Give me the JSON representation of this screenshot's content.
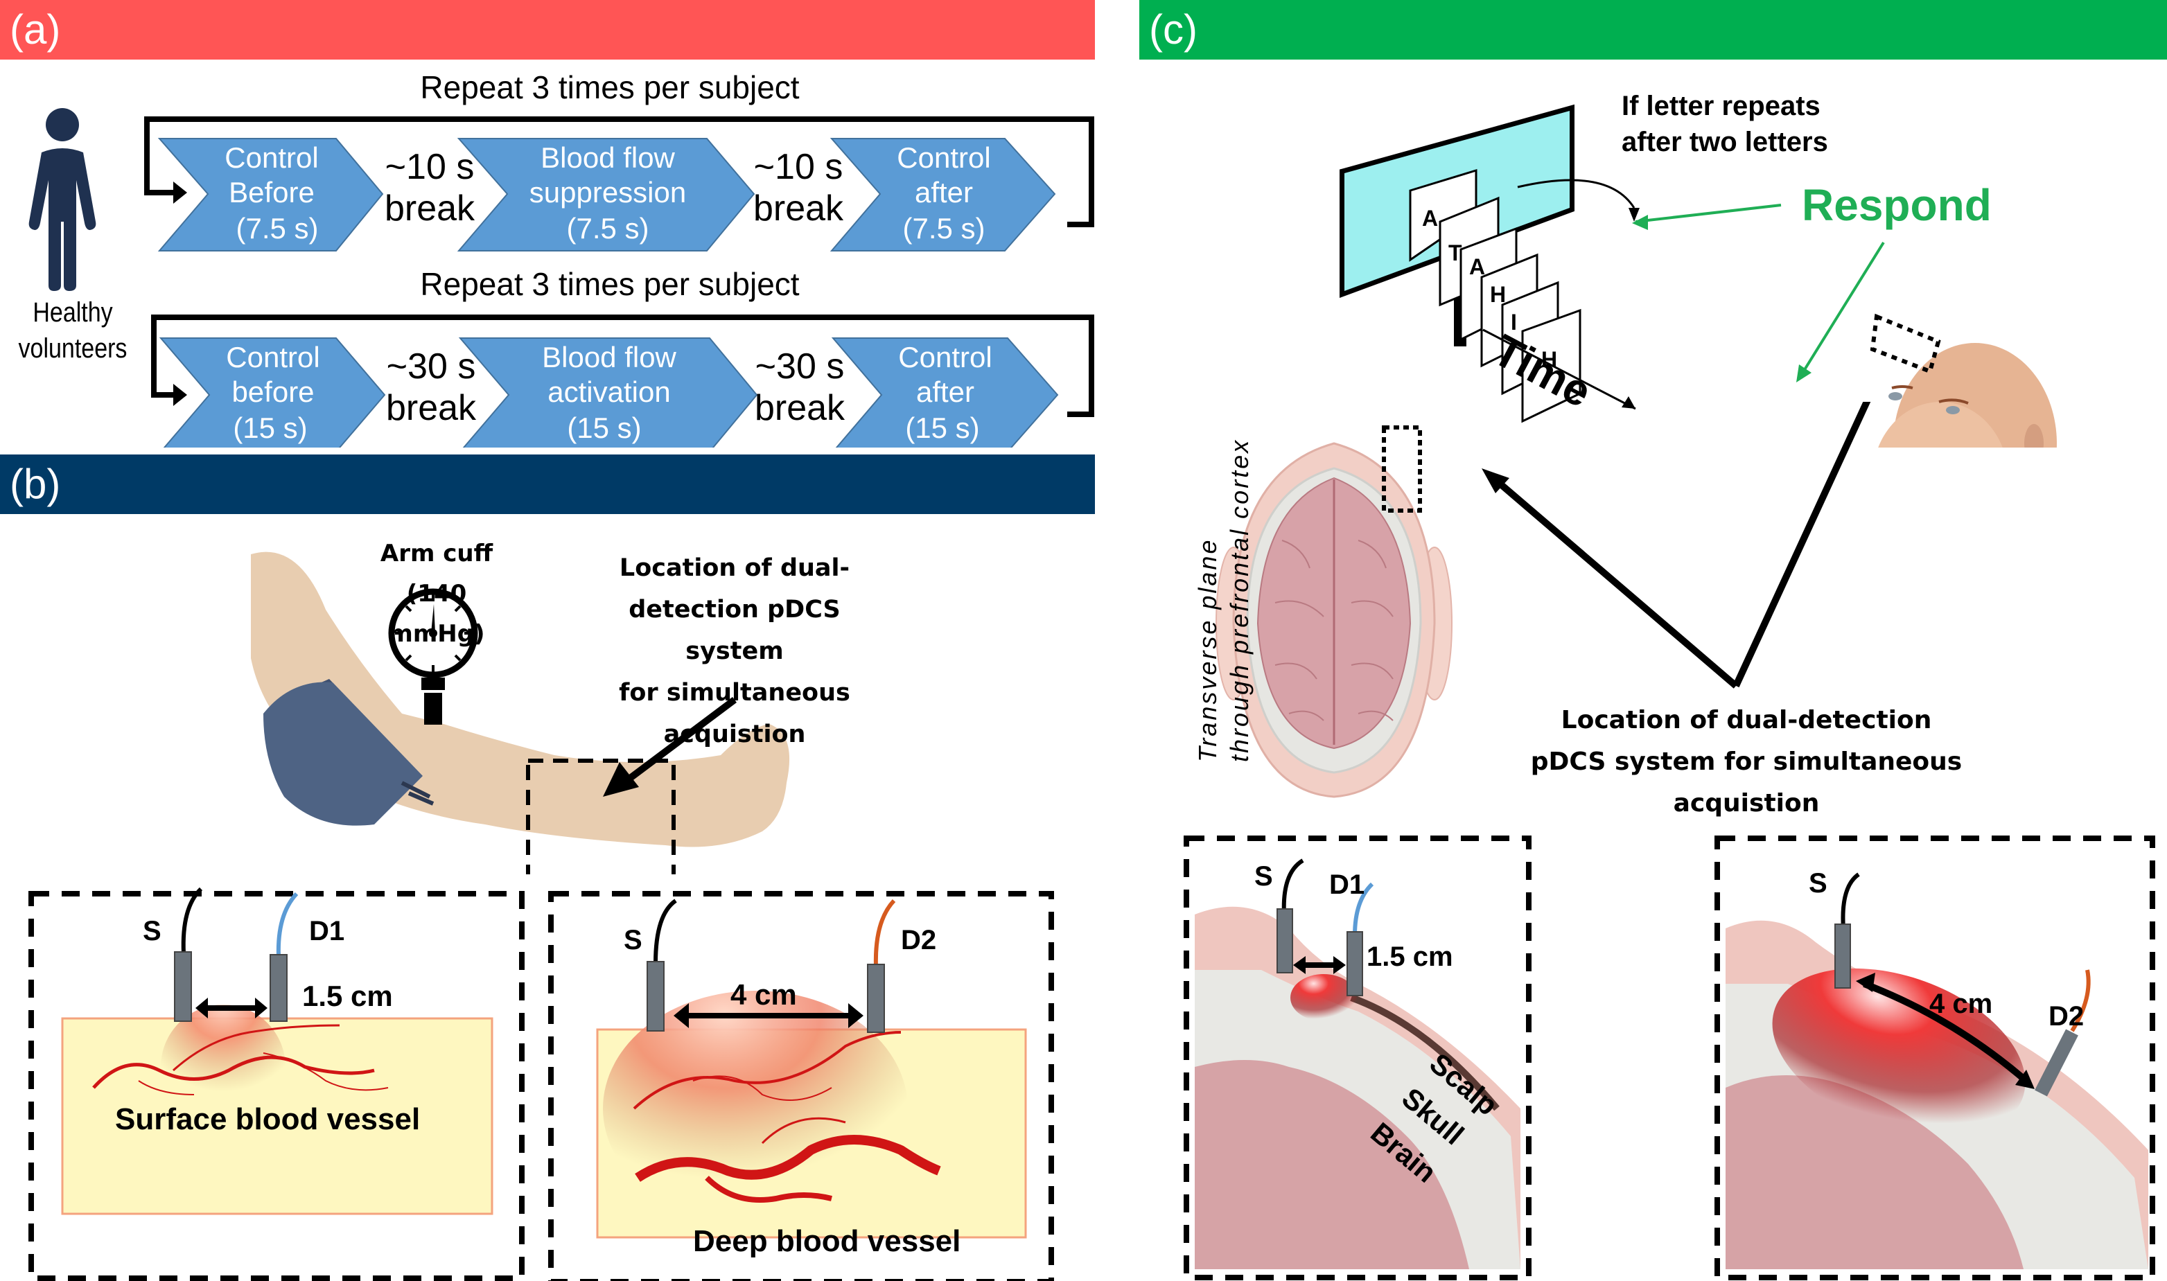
{
  "panels": {
    "a": {
      "label": "(a)",
      "color": "#FF5555",
      "subject_label_line1": "Healthy",
      "subject_label_line2": "volunteers",
      "protocols": [
        {
          "repeat_label": "Repeat 3 times per subject",
          "steps": [
            {
              "lines": [
                "Control",
                "Before",
                "(7.5 s)"
              ]
            },
            {
              "lines": [
                "Blood flow",
                "suppression",
                "(7.5 s)"
              ]
            },
            {
              "lines": [
                "Control",
                "after",
                "(7.5 s)"
              ]
            }
          ],
          "breaks": [
            {
              "lines": [
                "~10 s",
                "break"
              ]
            },
            {
              "lines": [
                "~10 s",
                "break"
              ]
            }
          ]
        },
        {
          "repeat_label": "Repeat 3 times per subject",
          "steps": [
            {
              "lines": [
                "Control",
                "before",
                "(15 s)"
              ]
            },
            {
              "lines": [
                "Blood flow",
                "activation",
                "(15 s)"
              ]
            },
            {
              "lines": [
                "Control",
                "after",
                "(15 s)"
              ]
            }
          ],
          "breaks": [
            {
              "lines": [
                "~30 s",
                "break"
              ]
            },
            {
              "lines": [
                "~30 s",
                "break"
              ]
            }
          ]
        }
      ],
      "chevron_color": "#5B9BD5"
    },
    "b": {
      "label": "(b)",
      "color": "#003A66",
      "cuff_label_line1": "Arm cuff",
      "cuff_label_line2": "(140 mmHg)",
      "location_lines": [
        "Location of dual-",
        "detection pDCS system",
        "for simultaneous",
        "acquistion"
      ],
      "insets": [
        {
          "source": "S",
          "detector": "D1",
          "distance": "1.5 cm",
          "caption": "Surface blood vessel",
          "detector_color": "#5B9BD5"
        },
        {
          "source": "S",
          "detector": "D2",
          "distance": "4 cm",
          "caption": "Deep blood vessel",
          "detector_color": "#D65A1E"
        }
      ]
    },
    "c": {
      "label": "(c)",
      "color": "#00AF50",
      "task_note_line1": "If letter repeats",
      "task_note_line2": "after two letters",
      "respond_label": "Respond",
      "respond_color": "#1FAE55",
      "time_label": "Time",
      "letters": [
        "A",
        "T",
        "A",
        "H",
        "I",
        "H"
      ],
      "plane_line1": "Transverse plane",
      "plane_line2": "through prefrontal cortex",
      "location_lines": [
        "Location of dual-detection",
        "pDCS system for simultaneous",
        "acquistion"
      ],
      "insets": [
        {
          "source": "S",
          "detector": "D1",
          "distance": "1.5 cm",
          "detector_color": "#5B9BD5",
          "layers": [
            "Scalp",
            "Skull",
            "Brain"
          ]
        },
        {
          "source": "S",
          "detector": "D2",
          "distance": "4 cm",
          "detector_color": "#D65A1E"
        }
      ]
    }
  }
}
